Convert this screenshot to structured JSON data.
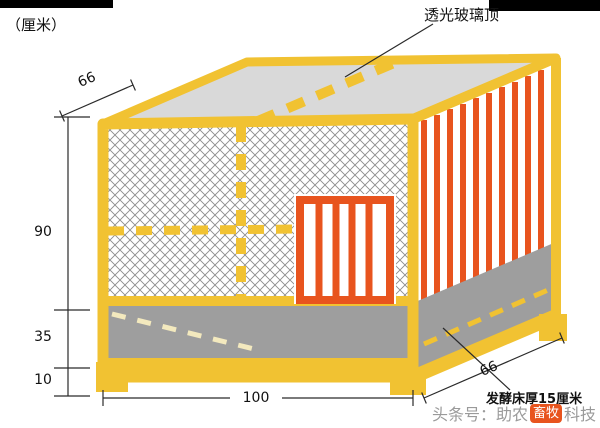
{
  "title": {
    "unit_label": "（厘米）"
  },
  "annotations": {
    "glass_top": "透光玻璃顶",
    "bed_note": "发酵床厚15厘米"
  },
  "dimensions": {
    "top_depth": "66",
    "cage_height": "90",
    "bed_panel_height": "35",
    "leg_height": "10",
    "front_width": "100",
    "bottom_depth": "66"
  },
  "watermark": {
    "prefix": "头条号：助农",
    "highlight": "畜牧",
    "suffix": "科技"
  },
  "colors": {
    "frame_yellow": "#F1C232",
    "bars_orange": "#E8541E",
    "panel_gray": "#9E9E9E",
    "glass_gray": "#D9D9D9",
    "mesh_gray": "#8C8C8C"
  }
}
